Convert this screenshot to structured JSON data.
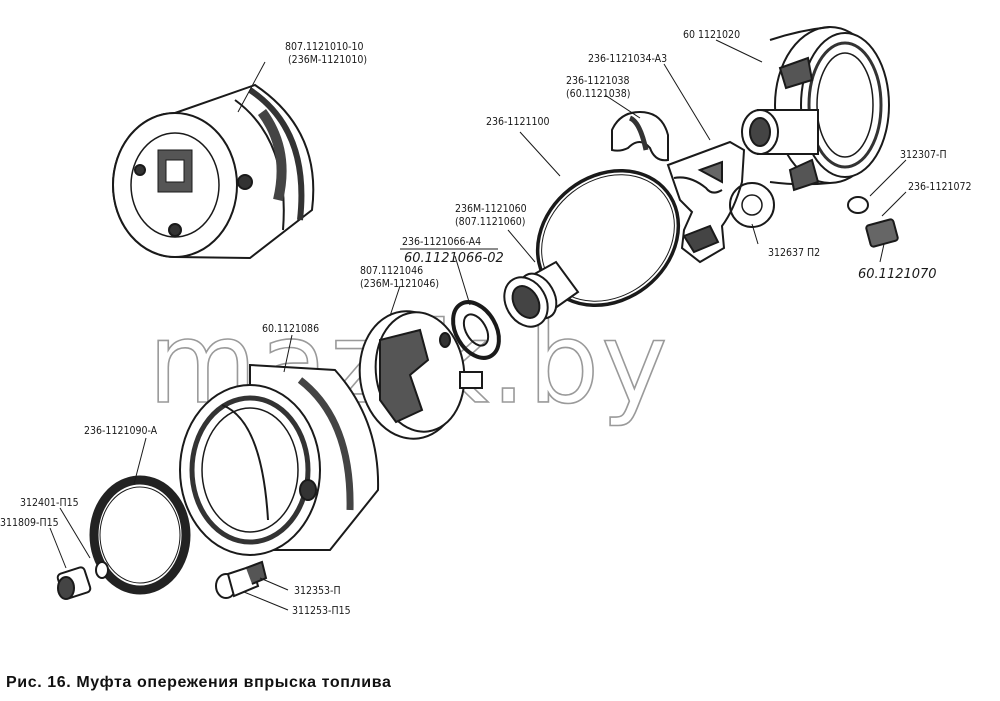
{
  "caption": "Рис. 16. Муфта опережения впрыска топлива",
  "watermark": "mazik.by",
  "colors": {
    "ink": "#1a1a1a",
    "watermark": "#9a9a9a",
    "background": "#ffffff"
  },
  "labels": {
    "l1": "807.1121010-10",
    "l2": "(236M-1121010)",
    "l3": "60 1121020",
    "l4": "236-1121034-A3",
    "l5": "236-1121038",
    "l6": "(60.1121038)",
    "l7": "236-1121100",
    "l8": "312307-П",
    "l9": "236-1121072",
    "l10": "236M-1121060",
    "l11": "(807.1121060)",
    "l12": "236-1121066-A4",
    "l13": "60.1121066-02",
    "l14": "312637 П2",
    "l15": "807.1121046",
    "l16": "(236M-1121046)",
    "l17": "60.1121070",
    "l18": "60.1121086",
    "l19": "236-1121090-A",
    "l20": "312401-П15",
    "l21": "311809-П15",
    "l22": "312353-П",
    "l23": "311253-П15"
  }
}
